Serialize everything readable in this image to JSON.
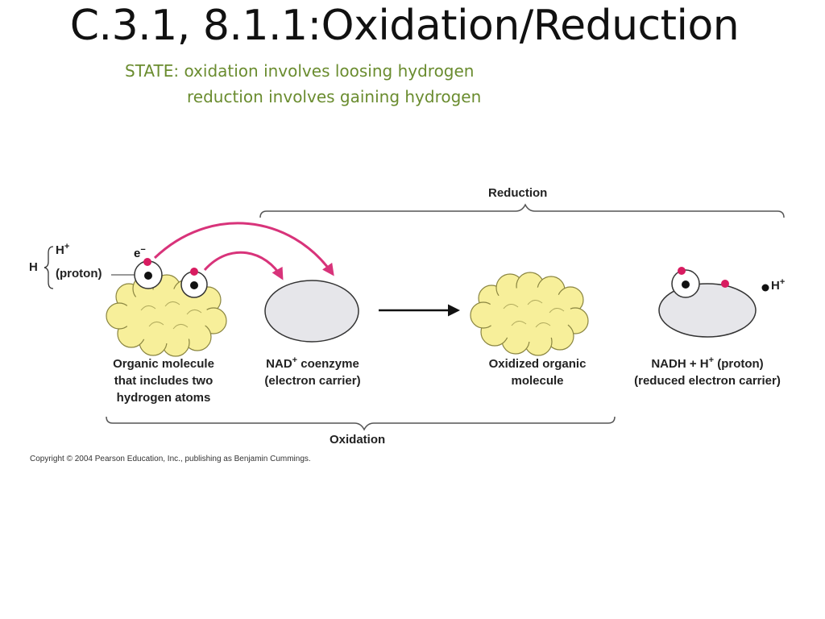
{
  "title": "C.3.1, 8.1.1:Oxidation/Reduction",
  "statement": {
    "line1": "STATE: oxidation involves loosing hydrogen",
    "line2": "reduction involves gaining hydrogen"
  },
  "diagram": {
    "reduction_label": "Reduction",
    "oxidation_label": "Oxidation",
    "h_label": "H",
    "h_plus_label": "H",
    "h_plus_sup": "+",
    "proton_label": "(proton)",
    "electron_label": "e",
    "electron_sup": "−",
    "free_h_label": "H",
    "free_h_sup": "+",
    "organic_molecule": {
      "line1": "Organic molecule",
      "line2": "that includes two",
      "line3": "hydrogen atoms"
    },
    "nad": {
      "line1_a": "NAD",
      "line1_sup": "+",
      "line1_b": " coenzyme",
      "line2": "(electron carrier)"
    },
    "oxidized": {
      "line1": "Oxidized organic",
      "line2": "molecule"
    },
    "nadh": {
      "line1_a": "NADH + H",
      "line1_sup": "+",
      "line1_b": " (proton)",
      "line2": "(reduced electron carrier)"
    },
    "colors": {
      "electron": "#d81b60",
      "arrow": "#d8337a",
      "cloud_fill": "#f7ef9a",
      "cloud_stroke": "#8a8540",
      "carrier_fill": "#e6e6ea"
    }
  },
  "copyright": "Copyright © 2004 Pearson Education, Inc., publishing as Benjamin Cummings."
}
